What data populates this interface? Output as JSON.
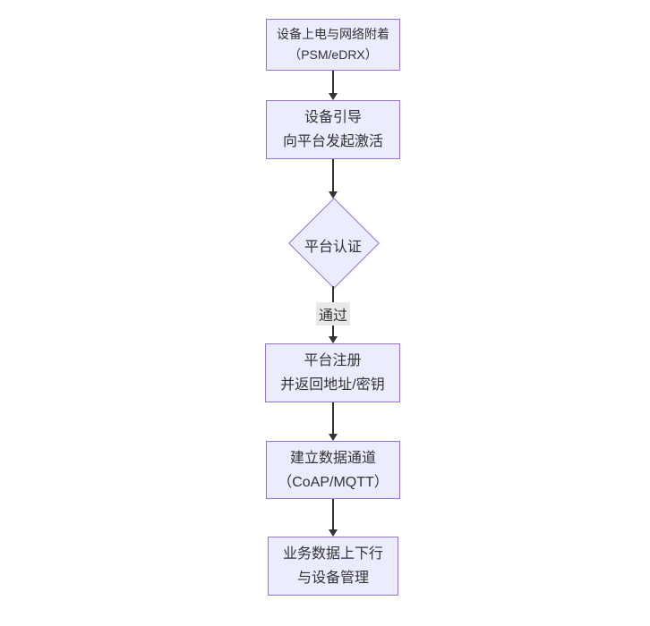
{
  "diagram": {
    "type": "flowchart-top-down",
    "colors": {
      "node_fill": "#ECECFF",
      "node_border": "#9370DB",
      "arrow_color": "#333333",
      "text_color": "#333333",
      "edge_label_bg": "#e8e8e8",
      "background": "#ffffff"
    },
    "nodes": [
      {
        "shape": "rect",
        "lines": [
          "设备上电与网络附着",
          "（PSM/eDRX）"
        ]
      },
      {
        "shape": "rect",
        "lines": [
          "设备引导",
          "向平台发起激活"
        ]
      },
      {
        "shape": "diamond",
        "lines": [
          "平台认证"
        ]
      },
      {
        "shape": "rect",
        "lines": [
          "平台注册",
          "并返回地址/密钥"
        ]
      },
      {
        "shape": "rect",
        "lines": [
          "建立数据通道",
          "（CoAP/MQTT）"
        ]
      },
      {
        "shape": "rect",
        "lines": [
          "业务数据上下行",
          "与设备管理"
        ]
      }
    ],
    "edges": [
      {
        "from": 0,
        "to": 1,
        "label": ""
      },
      {
        "from": 1,
        "to": 2,
        "label": ""
      },
      {
        "from": 2,
        "to": 3,
        "label": "通过"
      },
      {
        "from": 3,
        "to": 4,
        "label": ""
      },
      {
        "from": 4,
        "to": 5,
        "label": ""
      }
    ]
  }
}
